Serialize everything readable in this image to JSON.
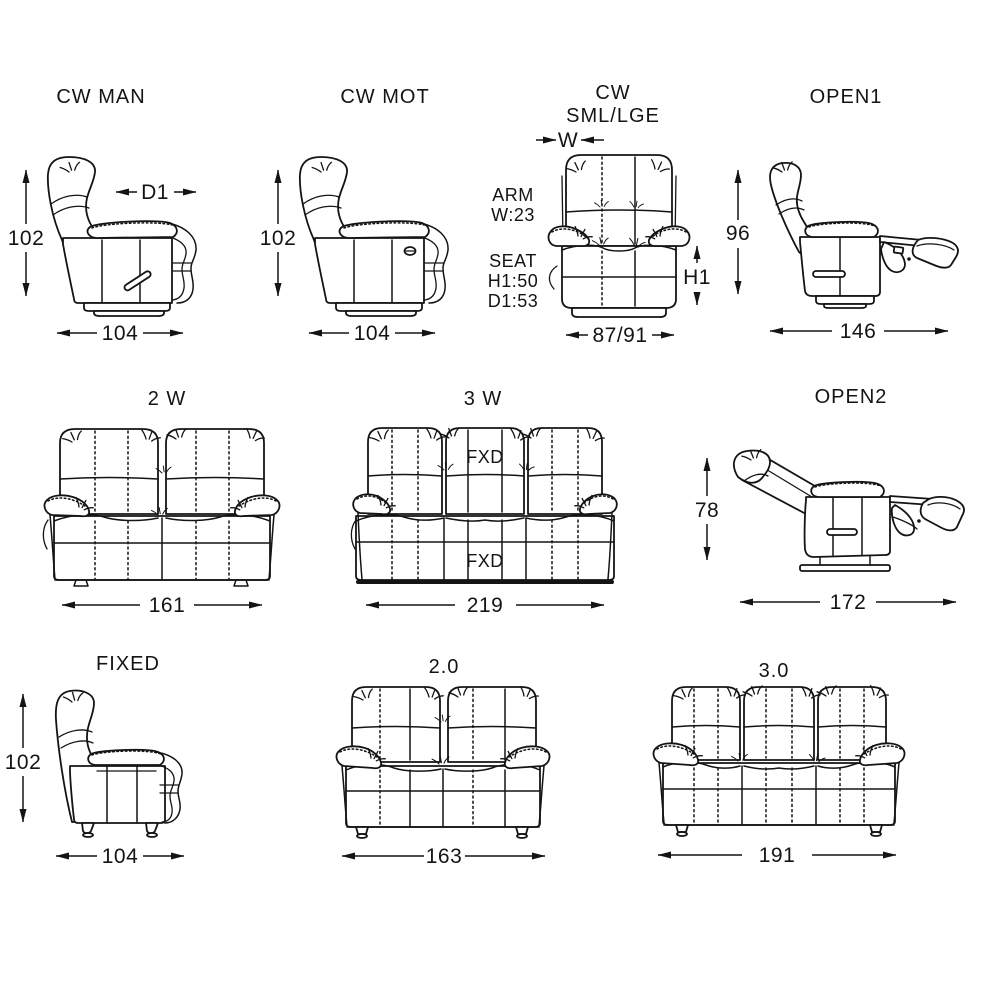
{
  "ink_color": "#141414",
  "background_color": "#ffffff",
  "panels": {
    "cw_man": {
      "title": "CW MAN",
      "height": "102",
      "width": "104",
      "depth_label": "D1"
    },
    "cw_mot": {
      "title": "CW MOT",
      "height": "102",
      "width": "104"
    },
    "cw_sml": {
      "title_line1": "CW",
      "title_line2": "SML/LGE",
      "top_dim": "W",
      "width": "87/91",
      "side_dim": "H1",
      "arm_label": "ARM",
      "arm_width": "W:23",
      "seat_label": "SEAT",
      "seat_height": "H1:50",
      "seat_depth": "D1:53"
    },
    "open1": {
      "title": "OPEN1",
      "height": "96",
      "width": "146"
    },
    "w2": {
      "title": "2 W",
      "width": "161"
    },
    "w3": {
      "title": "3 W",
      "width": "219",
      "fxd_top": "FXD",
      "fxd_bottom": "FXD"
    },
    "open2": {
      "title": "OPEN2",
      "height": "78",
      "width": "172"
    },
    "fixed": {
      "title": "FIXED",
      "height": "102",
      "width": "104"
    },
    "s20": {
      "title": "2.0",
      "width": "163"
    },
    "s30": {
      "title": "3.0",
      "width": "191"
    }
  }
}
